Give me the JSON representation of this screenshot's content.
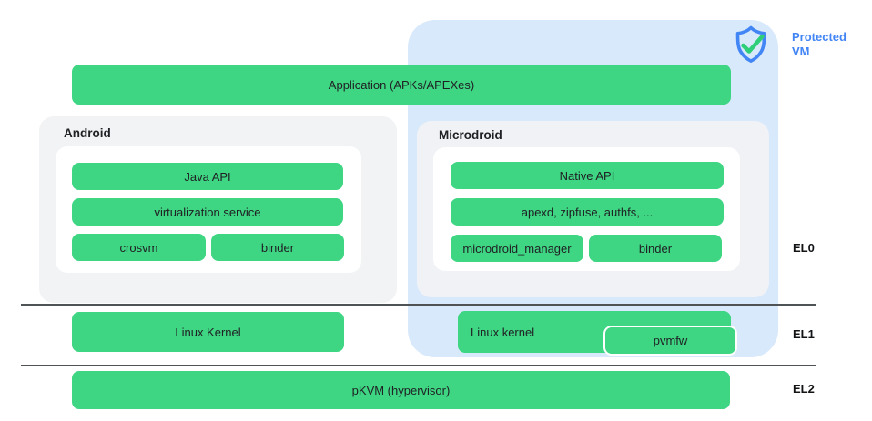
{
  "diagram": {
    "protected_vm_label": "Protected VM",
    "application_bar": "Application (APKs/APEXes)",
    "android": {
      "title": "Android",
      "java_api": "Java API",
      "virtualization_service": "virtualization service",
      "crosvm": "crosvm",
      "binder": "binder"
    },
    "microdroid": {
      "title": "Microdroid",
      "native_api": "Native API",
      "apexd": "apexd, zipfuse, authfs, ...",
      "microdroid_manager": "microdroid_manager",
      "binder": "binder"
    },
    "el1_row": {
      "linux_kernel_host": "Linux Kernel",
      "linux_kernel_guest": "Linux kernel",
      "pvmfw": "pvmfw"
    },
    "el2_row": {
      "pkvm": "pKVM (hypervisor)"
    },
    "exception_levels": {
      "el0": "EL0",
      "el1": "EL1",
      "el2": "EL2"
    },
    "icons": {
      "shield": "shield-check-icon"
    },
    "colors": {
      "bar_green": "#3ed583",
      "protected_vm_blue": "#d8e9fc",
      "section_gray": "#f1f3f4",
      "accent_blue": "#4285f4",
      "divider_gray": "#505356"
    }
  }
}
